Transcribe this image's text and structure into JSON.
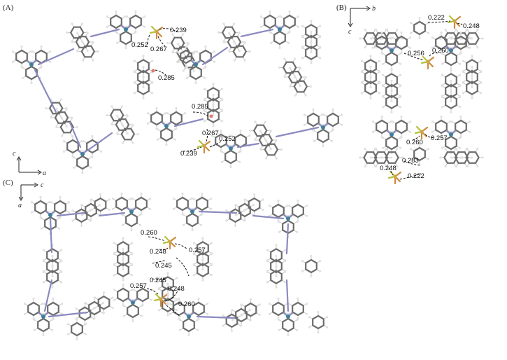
{
  "panels": {
    "A": {
      "label": "(A)",
      "axes": [
        "c",
        "a"
      ],
      "distances": [
        "0.239",
        "0.252",
        "0.267",
        "0.285",
        "0.285",
        "0.267",
        "0.252",
        "0.239"
      ]
    },
    "B": {
      "label": "(B)",
      "axes": [
        "b",
        "c"
      ],
      "distances": [
        "0.222",
        "0.248",
        "0.256",
        "0.260",
        "0.257",
        "0.260",
        "0.283",
        "0.248",
        "0.222"
      ]
    },
    "C": {
      "label": "(C)",
      "axes": [
        "c",
        "a"
      ],
      "distances": [
        "0.260",
        "0.257",
        "0.248",
        "0.245",
        "0.245",
        "0.248",
        "0.257",
        "0.260"
      ]
    }
  },
  "colors": {
    "carbon": "#6f6f6f",
    "hydrogen": "#e0e0e0",
    "nitrogen": "#8a8ac0",
    "metal": "#3f7f9a",
    "oxygen": "#e07a70",
    "sulfur": "#c9a94a",
    "fluorine": "#b5c23a"
  }
}
